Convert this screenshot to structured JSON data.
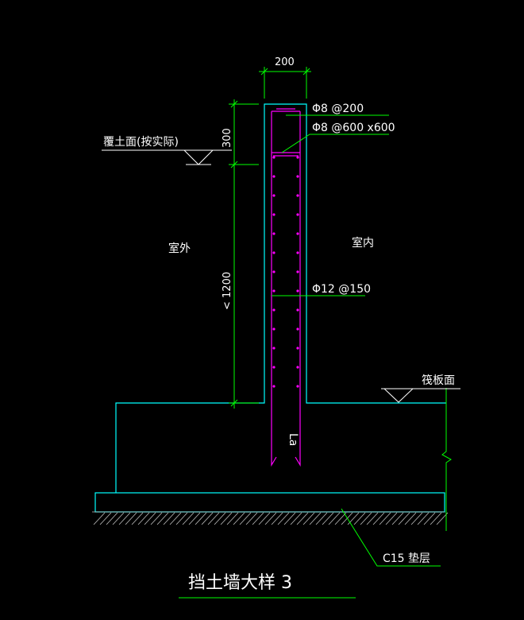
{
  "drawing": {
    "title": "挡土墙大样 3",
    "labels": {
      "backfill_surface": "覆土面(按实际)",
      "outdoor": "室外",
      "indoor": "室内",
      "raft_surface": "筏板面",
      "cushion": "C15 垫层",
      "anchorage": "La"
    },
    "dimensions": {
      "wall_thickness": "200",
      "top_height": "300",
      "wall_height": "< 1200"
    },
    "rebar": {
      "top": "Φ8 @200",
      "tie": "Φ8 @600 x600",
      "vertical": "Φ12 @150"
    },
    "colors": {
      "background": "#000000",
      "concrete": "#00ffff",
      "dimension": "#00ff00",
      "rebar": "#ff00ff",
      "leader": "#00ff00",
      "hatch": "#c0c0c0",
      "text": "#ffffff"
    }
  }
}
